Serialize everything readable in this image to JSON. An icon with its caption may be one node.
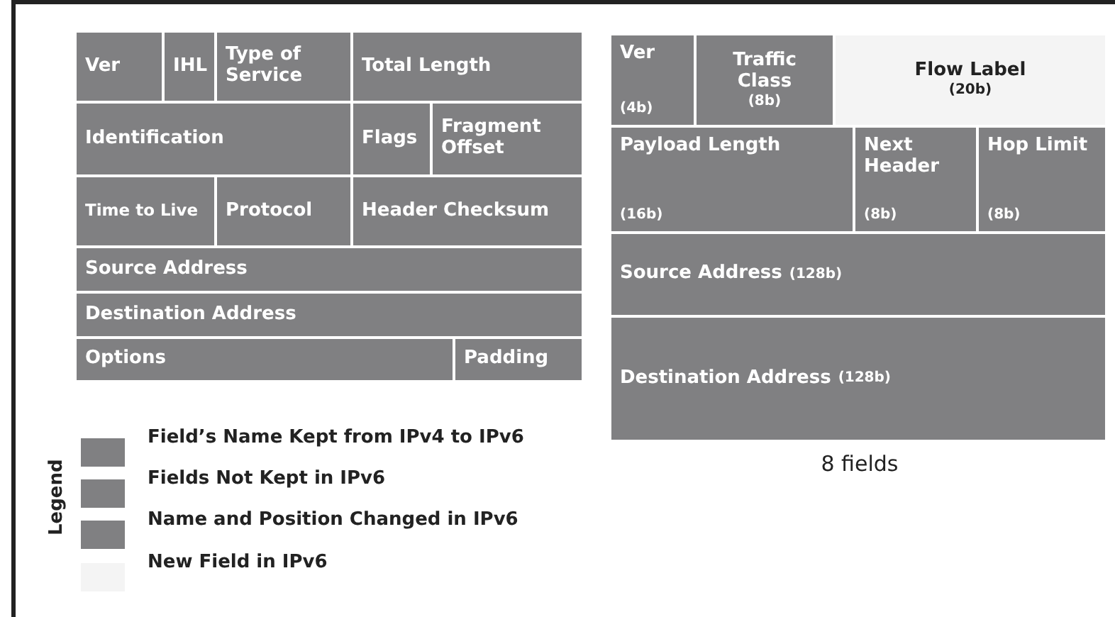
{
  "diagram": {
    "nodes": [
      {
        "text": [
          "Ver"
        ]
      },
      {
        "text": [
          "IHL"
        ]
      },
      {
        "text": [
          "Type of Service"
        ]
      },
      {
        "text": [
          "Total Length"
        ]
      },
      {
        "text": [
          "Identification"
        ]
      },
      {
        "text": [
          "Flags"
        ]
      },
      {
        "text": [
          "Fragment Offset"
        ]
      },
      {
        "text": [
          "Time to Live"
        ]
      },
      {
        "text": [
          "Protocol"
        ]
      },
      {
        "text": [
          "Header Checksum"
        ]
      },
      {
        "text": [
          "Source Address"
        ]
      },
      {
        "text": [
          "Destination Address"
        ]
      },
      {
        "text": [
          "Options"
        ]
      },
      {
        "text": [
          "Padding"
        ]
      },
      {
        "text": [
          "Ver",
          "(4b)"
        ]
      },
      {
        "text": [
          "Traffic Class",
          "(8b)"
        ]
      },
      {
        "text": [
          "Flow Label",
          "(20b)"
        ]
      },
      {
        "text": [
          "Payload Length",
          "(16b)"
        ]
      },
      {
        "text": [
          "Next Header",
          "(8b)"
        ]
      },
      {
        "text": [
          "Hop Limit",
          "(8b)"
        ]
      },
      {
        "text": [
          "Source Address",
          "(128b)"
        ]
      },
      {
        "text": [
          "Destination Address",
          "(128b)"
        ]
      }
    ],
    "labels": [
      "8 fields",
      "Legend"
    ],
    "legend": [
      {
        "text": "Field’s Name Kept from IPv4 to IPv6",
        "color": "#808082"
      },
      {
        "text": "Fields Not Kept in IPv6",
        "color": "#808082"
      },
      {
        "text": "Name and Position Changed in IPv6",
        "color": "#808082"
      },
      {
        "text": "New Field in IPv6",
        "color": "#f4f4f4"
      }
    ]
  }
}
